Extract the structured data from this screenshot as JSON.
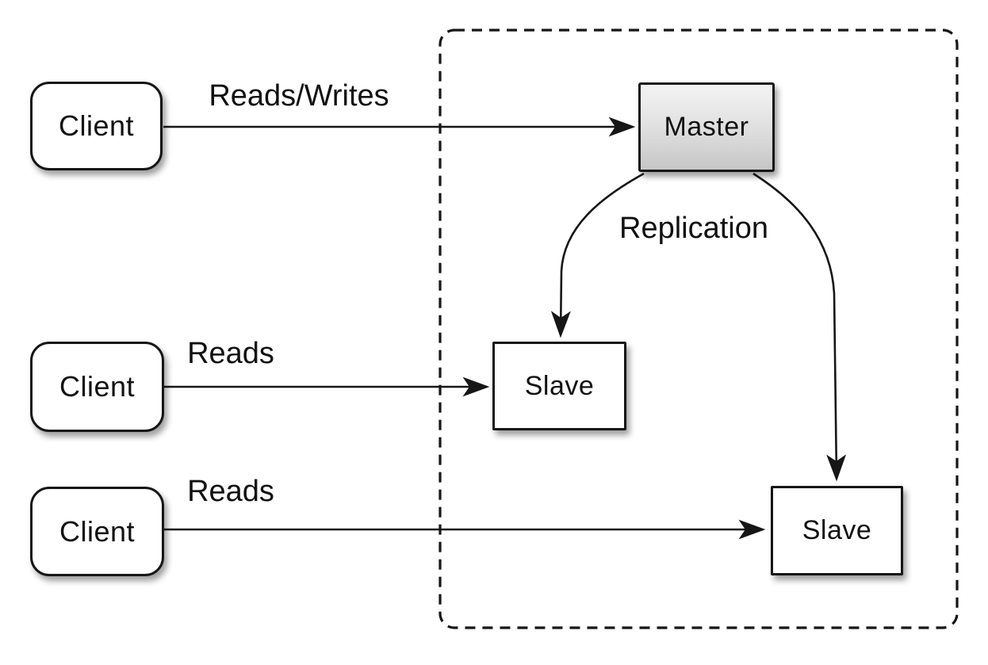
{
  "diagram": {
    "title": "master-slave-replication",
    "clients": [
      {
        "label": "Client"
      },
      {
        "label": "Client"
      },
      {
        "label": "Client"
      }
    ],
    "cluster": {
      "master": {
        "label": "Master"
      },
      "slaves": [
        {
          "label": "Slave"
        },
        {
          "label": "Slave"
        }
      ]
    },
    "edges": [
      {
        "id": "reads-writes",
        "label": "Reads/Writes",
        "from": "client-1",
        "to": "master"
      },
      {
        "id": "reads-slave-1",
        "label": "Reads",
        "from": "client-2",
        "to": "slave-1"
      },
      {
        "id": "reads-slave-2",
        "label": "Reads",
        "from": "client-3",
        "to": "slave-2"
      },
      {
        "id": "replication",
        "label": "Replication",
        "from": "master",
        "to": "slave-1 / slave-2"
      }
    ],
    "colors": {
      "background": "#ffffff",
      "stroke": "#161616",
      "node_fill": "#ffffff",
      "master_fill_top": "#f2f2f2",
      "master_fill_bottom": "#c6c6c6",
      "text": "#111111"
    }
  }
}
